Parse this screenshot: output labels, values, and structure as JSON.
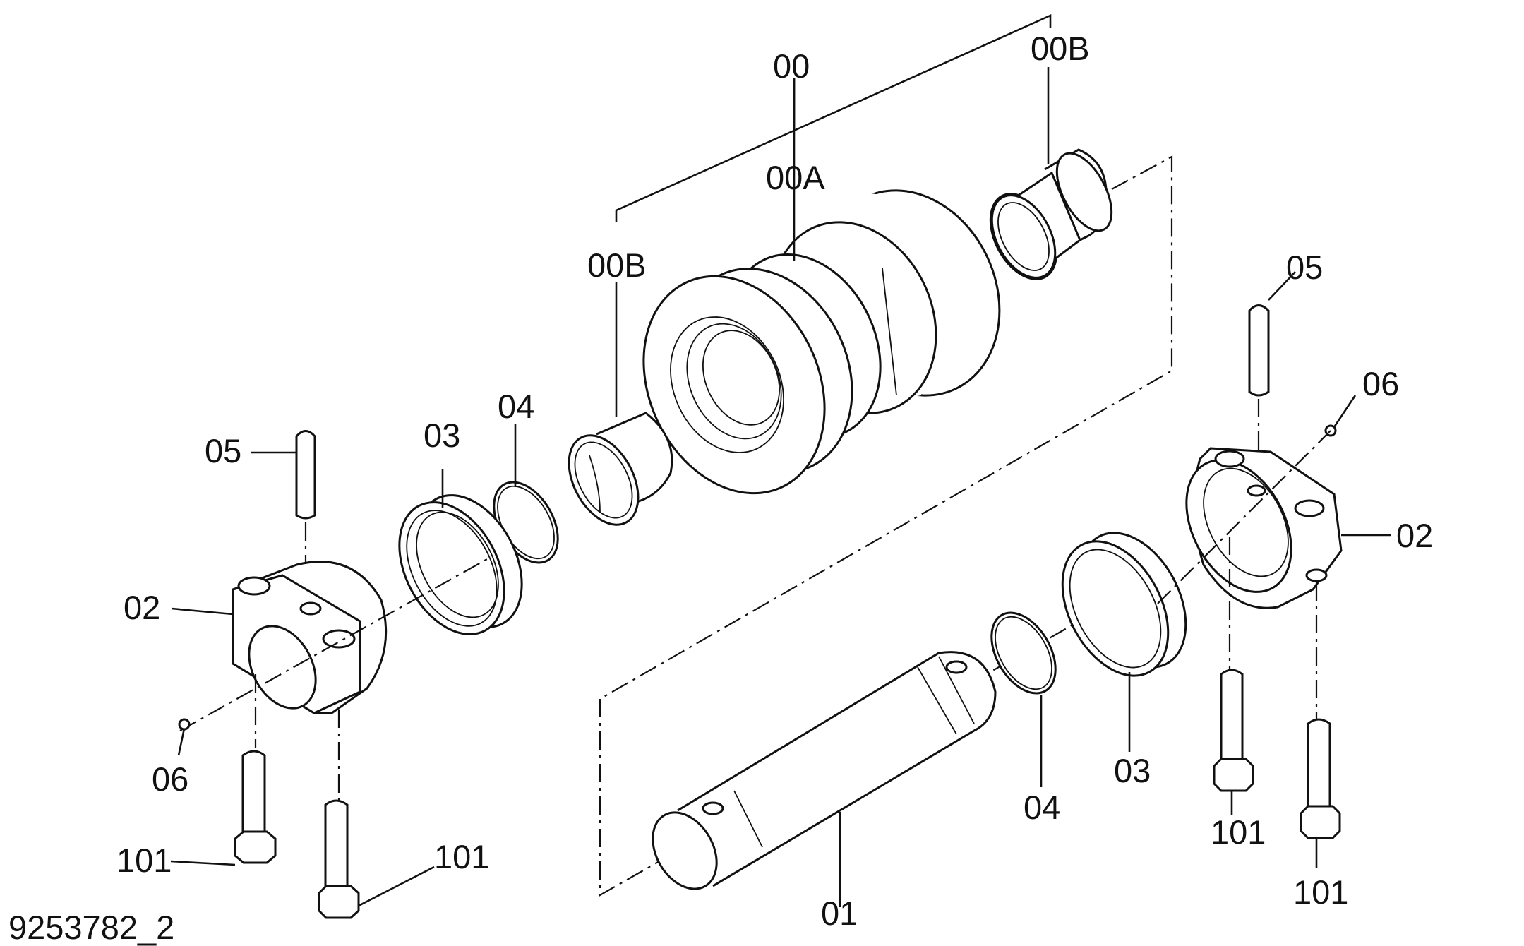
{
  "drawing_id": "9253782_2",
  "labels": {
    "assy": "00",
    "roller": "00A",
    "bushing_right": "00B",
    "bushing_left": "00B",
    "shaft": "01",
    "collar_left": "02",
    "collar_right": "02",
    "seal_left": "03",
    "seal_right": "03",
    "oring_left": "04",
    "oring_right": "04",
    "pin_left": "05",
    "pin_right": "05",
    "plug_left": "06",
    "plug_right": "06",
    "bolt_left_a": "101",
    "bolt_left_b": "101",
    "bolt_right_a": "101",
    "bolt_right_b": "101"
  }
}
